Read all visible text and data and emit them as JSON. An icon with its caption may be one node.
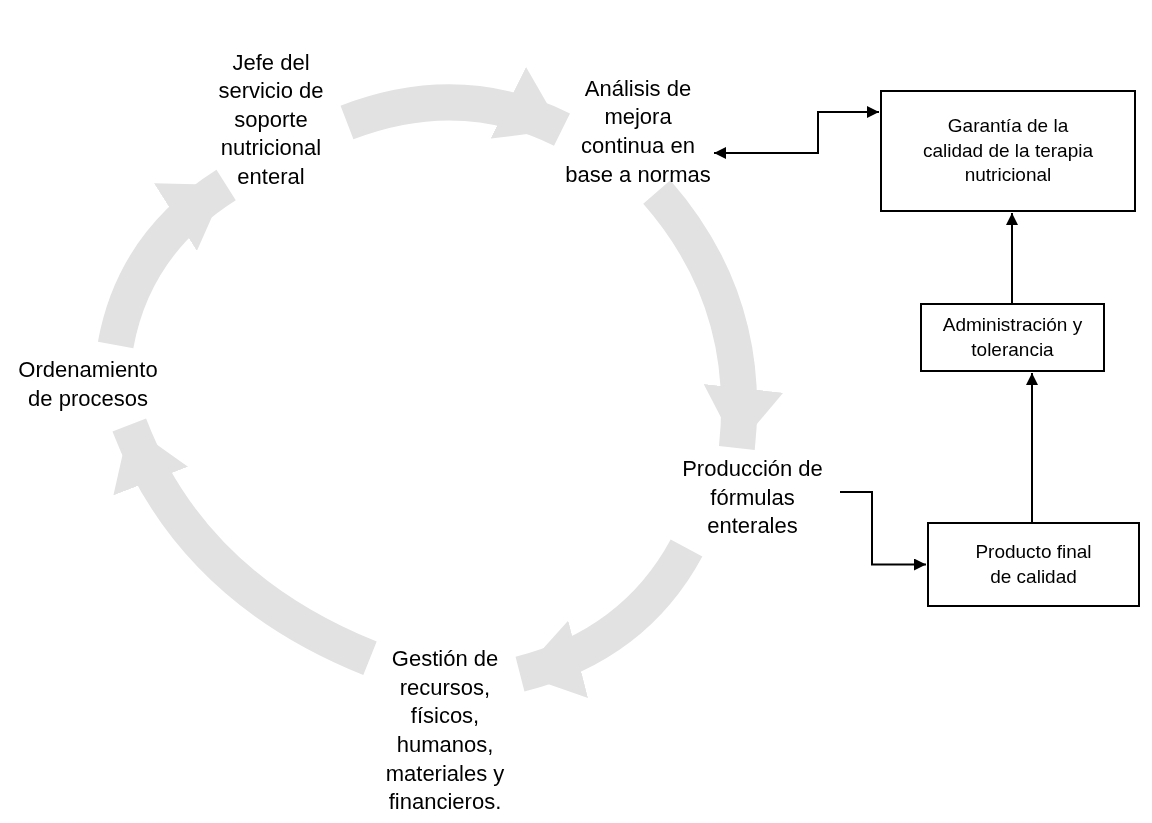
{
  "diagram": {
    "nodes": [
      {
        "text": [
          "Jefe  del servicio de soporte nutricional enteral"
        ]
      },
      {
        "text": [
          "Análisis de mejora continua en base a normas"
        ]
      },
      {
        "text": [
          "Garantía de la calidad de la terapia nutricional"
        ]
      },
      {
        "text": [
          "Administración y tolerancia"
        ]
      },
      {
        "text": [
          "Producción de fórmulas enterales"
        ]
      },
      {
        "text": [
          "Producto final de calidad"
        ]
      },
      {
        "text": [
          "Gestión de recursos, físicos, humanos, materiales y financieros."
        ]
      },
      {
        "text": [
          "Ordenamiento de procesos"
        ]
      }
    ],
    "edges": [
      {
        "from": 0,
        "to": 1,
        "arrow": "to"
      },
      {
        "from": 1,
        "to": 4,
        "arrow": "to"
      },
      {
        "from": 4,
        "to": 6,
        "arrow": "to"
      },
      {
        "from": 6,
        "to": 7,
        "arrow": "to"
      },
      {
        "from": 7,
        "to": 0,
        "arrow": "to"
      },
      {
        "from": 1,
        "to": 2,
        "arrow": "both",
        "color": "#000000"
      },
      {
        "from": 4,
        "to": 5,
        "arrow": "to",
        "color": "#000000"
      },
      {
        "from": 5,
        "to": 3,
        "arrow": "to",
        "color": "#000000"
      },
      {
        "from": 3,
        "to": 2,
        "arrow": "to",
        "color": "#000000"
      }
    ]
  }
}
